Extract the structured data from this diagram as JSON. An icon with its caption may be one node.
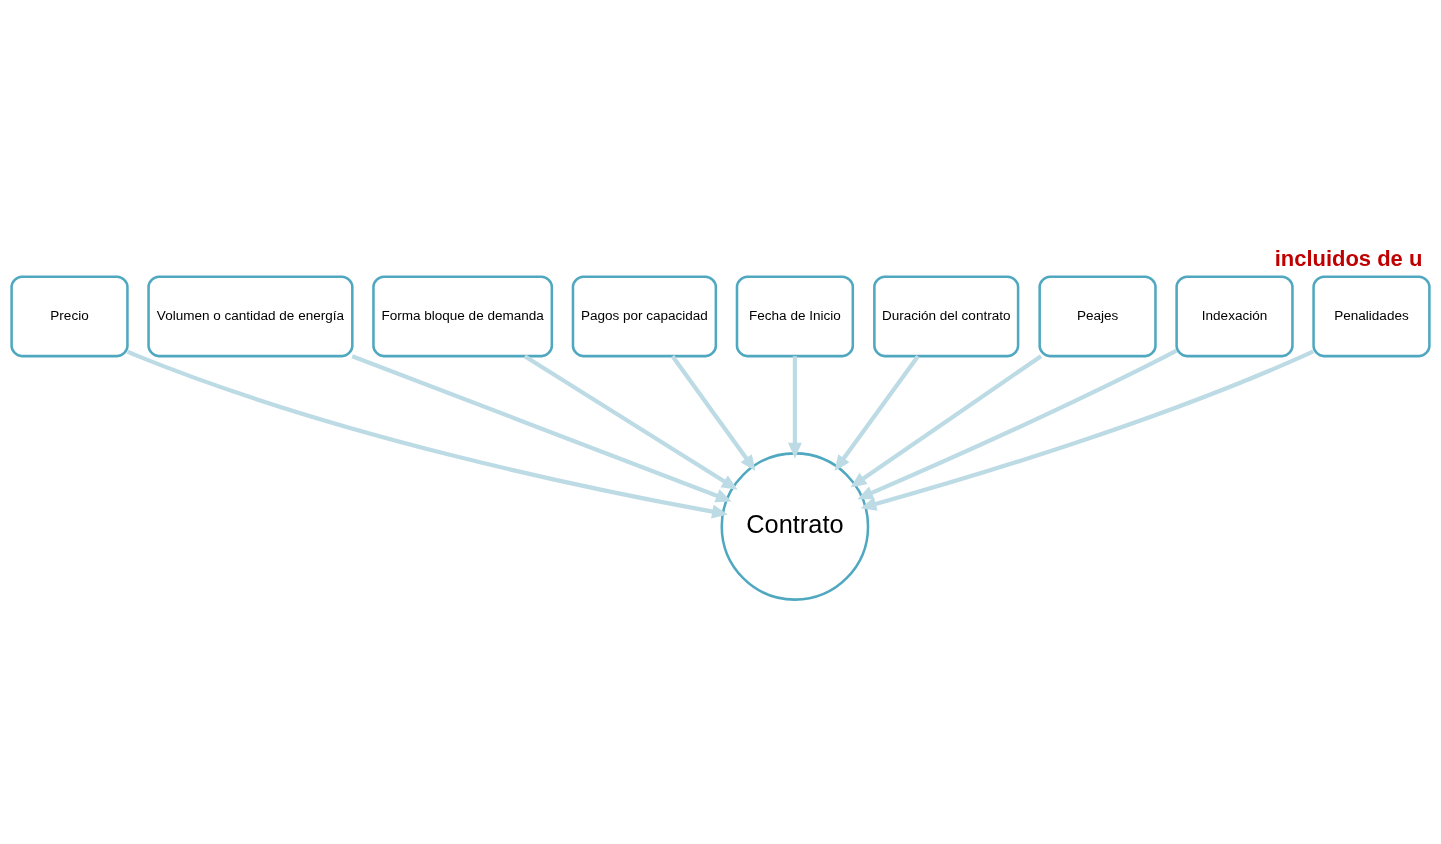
{
  "diagram": {
    "title": "incluidos de u",
    "nodes": [
      {
        "text": [
          "Precio"
        ]
      },
      {
        "text": [
          "Volumen o cantidad de energía"
        ]
      },
      {
        "text": [
          "Forma bloque de demanda"
        ]
      },
      {
        "text": [
          "Pagos por capacidad"
        ]
      },
      {
        "text": [
          "Fecha de Inicio"
        ]
      },
      {
        "text": [
          "Duración del contrato"
        ]
      },
      {
        "text": [
          "Peajes"
        ]
      },
      {
        "text": [
          "Indexación"
        ]
      },
      {
        "text": [
          "Penalidades"
        ]
      },
      {
        "text": [
          "Contrato"
        ]
      }
    ],
    "edges": [
      {
        "from": 0,
        "to": 9,
        "arrow": "to"
      },
      {
        "from": 1,
        "to": 9,
        "arrow": "to"
      },
      {
        "from": 2,
        "to": 9,
        "arrow": "to"
      },
      {
        "from": 3,
        "to": 9,
        "arrow": "to"
      },
      {
        "from": 4,
        "to": 9,
        "arrow": "to"
      },
      {
        "from": 5,
        "to": 9,
        "arrow": "to"
      },
      {
        "from": 6,
        "to": 9,
        "arrow": "to"
      },
      {
        "from": 7,
        "to": 9,
        "arrow": "to"
      },
      {
        "from": 8,
        "to": 9,
        "arrow": "to"
      }
    ]
  }
}
